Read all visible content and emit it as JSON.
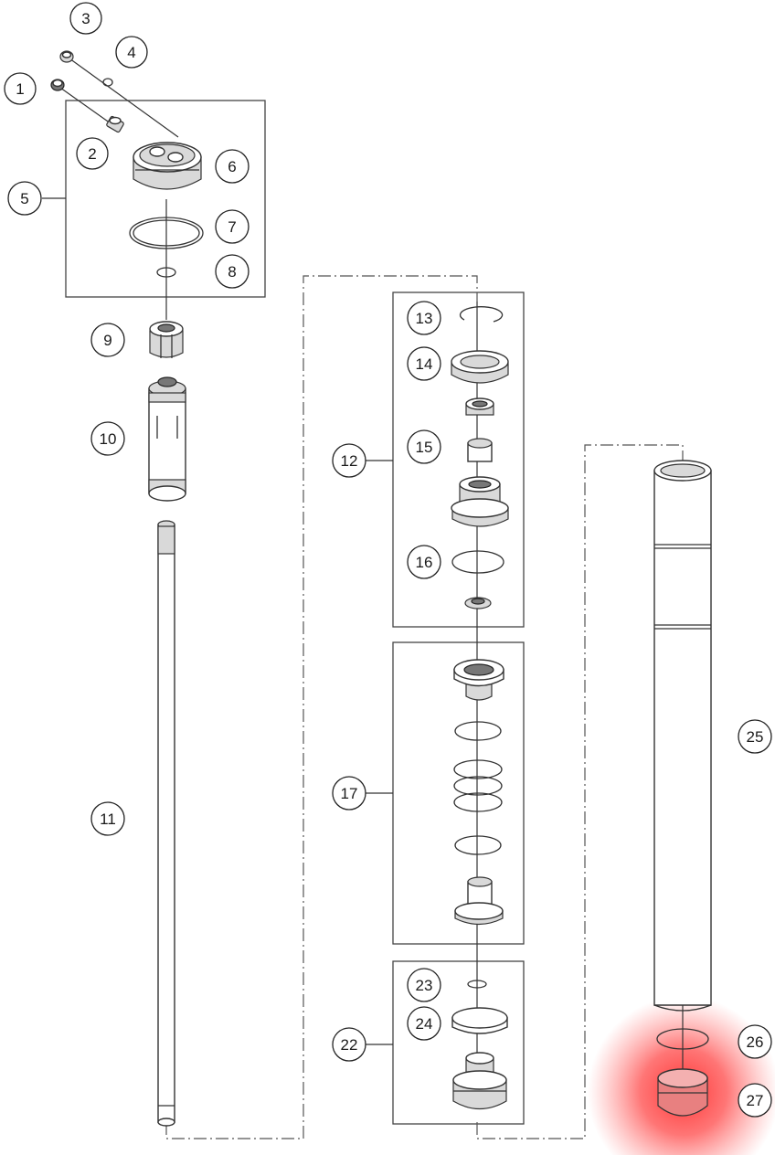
{
  "callouts": [
    "1",
    "2",
    "3",
    "4",
    "5",
    "6",
    "7",
    "8",
    "9",
    "10",
    "11",
    "12",
    "13",
    "14",
    "15",
    "16",
    "17",
    "22",
    "23",
    "24",
    "25",
    "26",
    "27"
  ],
  "highlight": {
    "target_callout": "27",
    "color": "#ff2a2a"
  },
  "colors": {
    "line": "#333333",
    "background": "#ffffff",
    "highlight": "#ff2a2a"
  }
}
